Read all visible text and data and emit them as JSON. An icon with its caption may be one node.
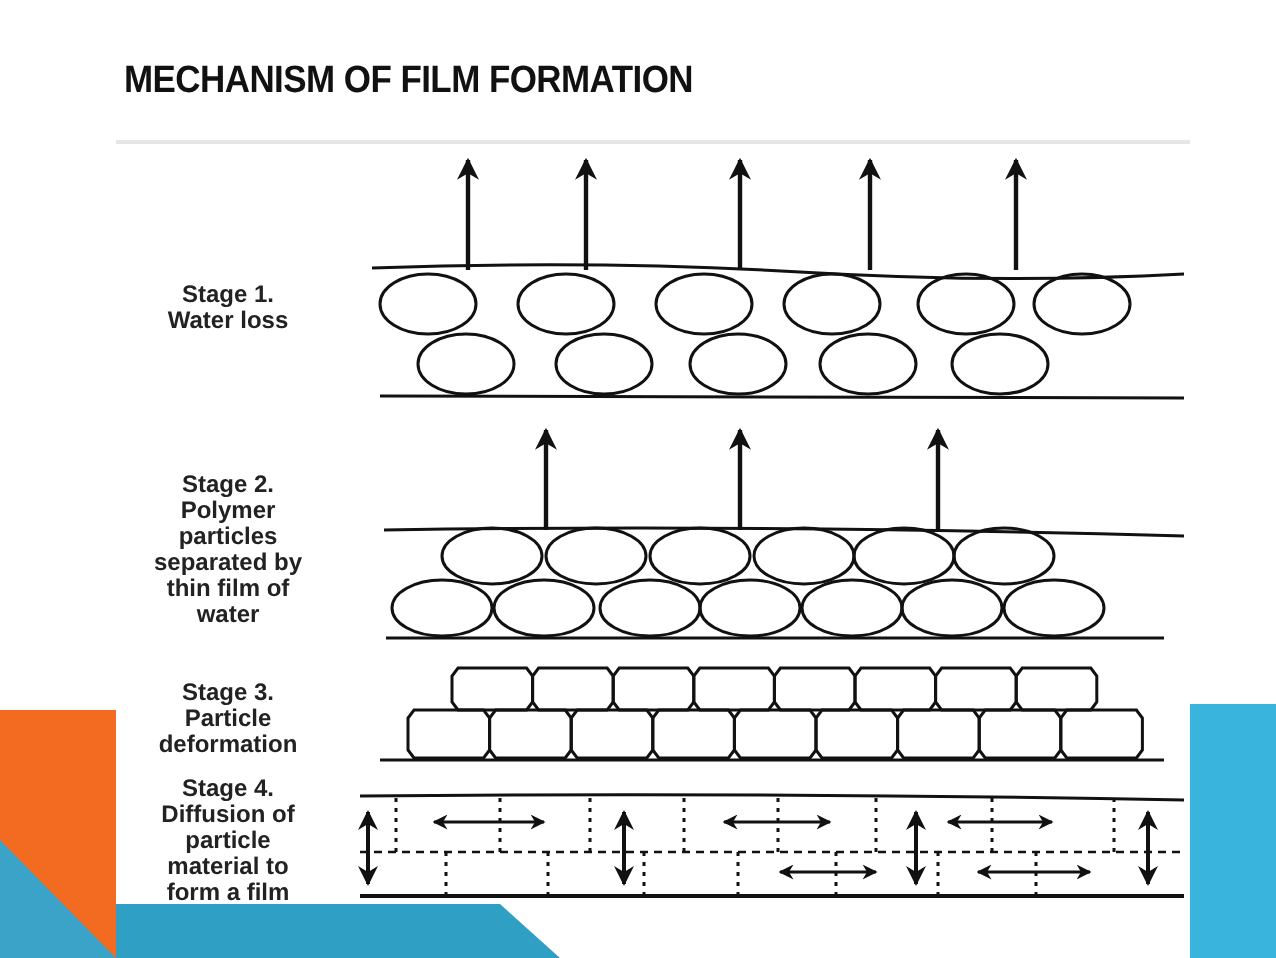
{
  "diagram": {
    "title": "MECHANISM OF FILM FORMATION",
    "labels": [
      "Stage 1. Water loss",
      "Stage 2. Polymer particles separated by thin film of water",
      "Stage 3. Particle deformation",
      "Stage 4. Diffusion of particle material to form a film"
    ]
  }
}
